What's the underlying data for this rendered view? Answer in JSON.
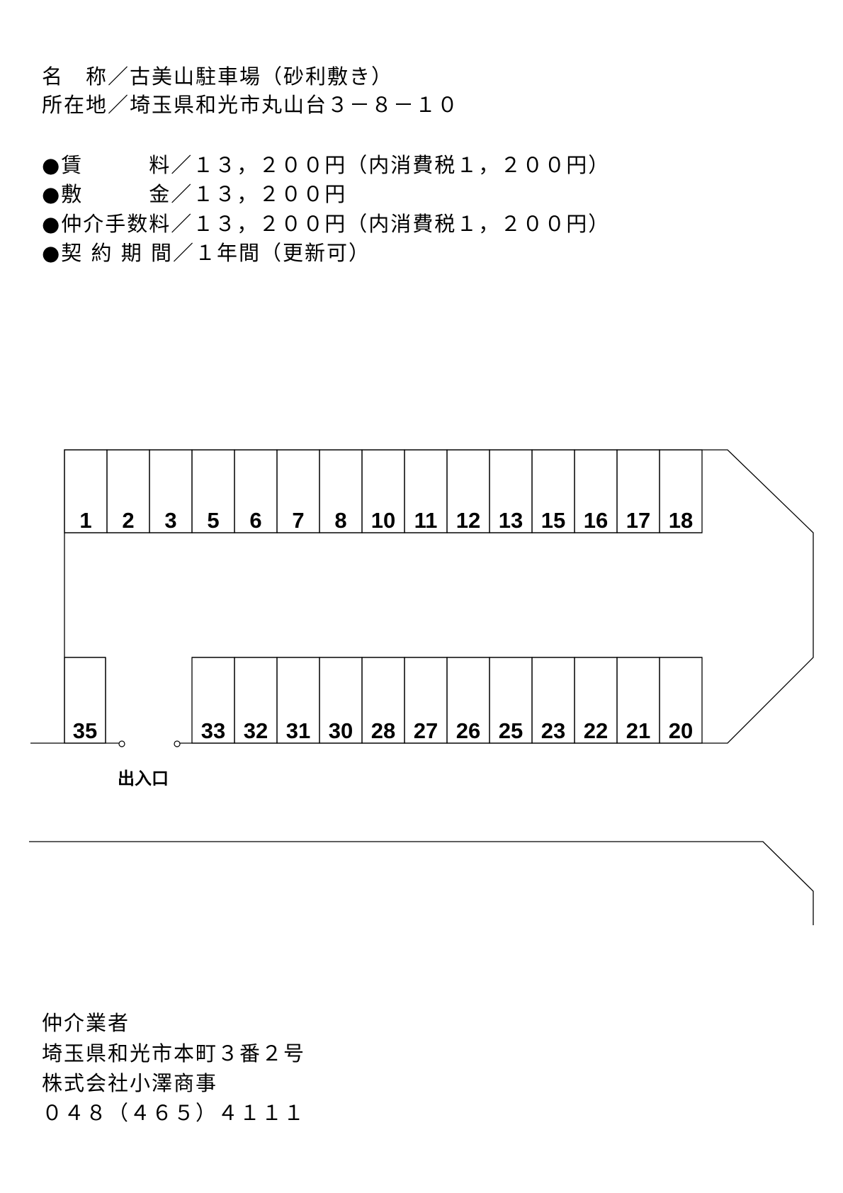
{
  "header": {
    "name_line": "名　称／古美山駐車場（砂利敷き）",
    "address_line": "所在地／埼玉県和光市丸山台３－８－１０"
  },
  "terms": [
    "●賃　　　料／１３，２００円（内消費税１，２００円）",
    "●敷　　　金／１３，２００円",
    "●仲介手数料／１３，２００円（内消費税１，２００円）",
    "●契 約 期 間／１年間（更新可）"
  ],
  "map": {
    "top_row": [
      "1",
      "2",
      "3",
      "5",
      "6",
      "7",
      "8",
      "10",
      "11",
      "12",
      "13",
      "15",
      "16",
      "17",
      "18"
    ],
    "bottom_left": [
      "35"
    ],
    "bottom_row": [
      "33",
      "32",
      "31",
      "30",
      "28",
      "27",
      "26",
      "25",
      "23",
      "22",
      "21",
      "20"
    ],
    "entrance_label": "出入口"
  },
  "broker": {
    "title": "仲介業者",
    "address": "埼玉県和光市本町３番２号",
    "company": "株式会社小澤商事",
    "phone": "０４８（４６５）４１１１"
  }
}
